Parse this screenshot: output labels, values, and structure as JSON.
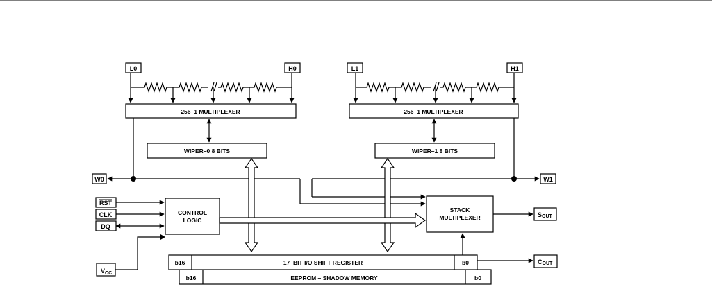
{
  "pins": {
    "l0": "L0",
    "h0": "H0",
    "l1": "L1",
    "h1": "H1",
    "w0": "W0",
    "w1": "W1",
    "rst": "RST",
    "clk": "CLK",
    "dq": "DQ",
    "vcc_main": "V",
    "vcc_sub": "CC",
    "sout_main": "S",
    "sout_sub": "OUT",
    "cout_main": "C",
    "cout_sub": "OUT"
  },
  "blocks": {
    "mux0": "256–1 MULTIPLEXER",
    "mux1": "256–1 MULTIPLEXER",
    "wiper0": "WIPER–0  8 BITS",
    "wiper1": "WIPER–1  8 BITS",
    "control_line1": "CONTROL",
    "control_line2": "LOGIC",
    "stack_line1": "STACK",
    "stack_line2": "MULTIPLEXER",
    "shift_register": "17–BIT I/O SHIFT REGISTER",
    "shift_b16": "b16",
    "shift_b0": "b0",
    "eeprom": "EEPROM – SHADOW MEMORY",
    "eeprom_b16": "b16",
    "eeprom_b0": "b0"
  }
}
